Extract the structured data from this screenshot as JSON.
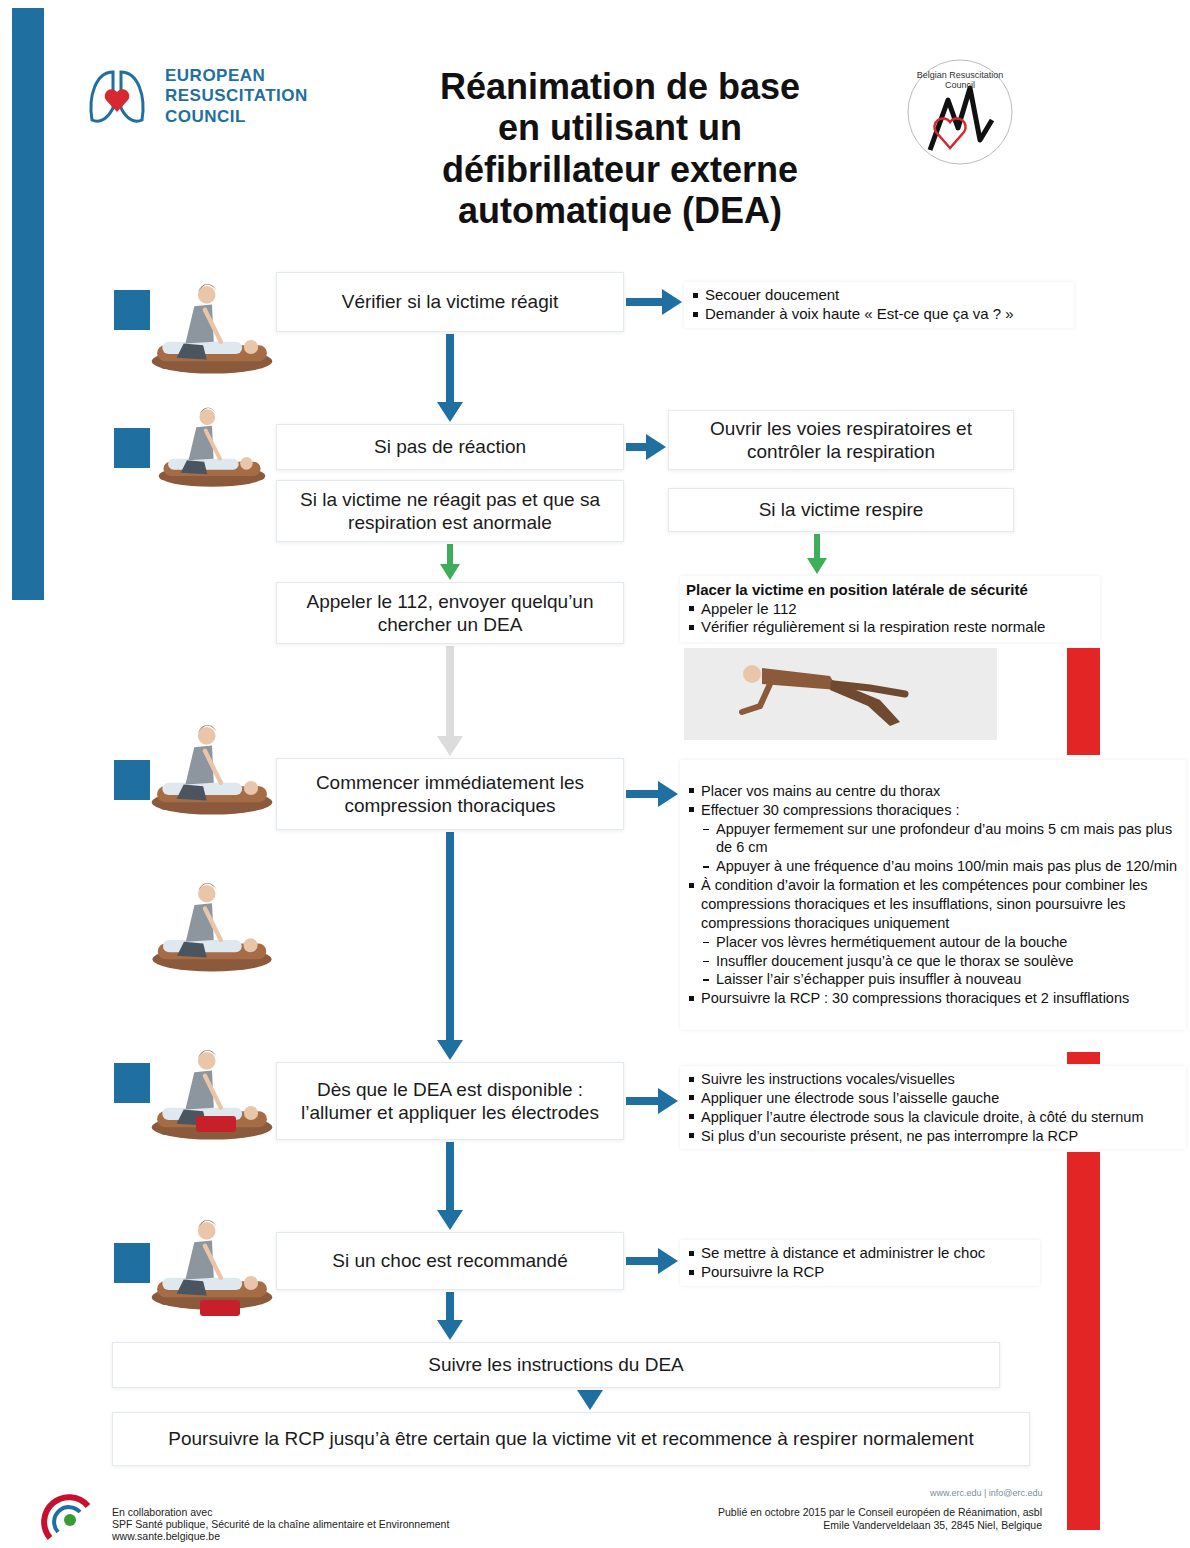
{
  "diagram": {
    "title": "Réanimation de base en utilisant un défibrillateur externe automatique (DEA)",
    "nodes": [
      {
        "text": [
          "Vérifier si la victime réagit"
        ]
      },
      {
        "text": [
          "Secouer doucement",
          "Demander à voix haute « Est-ce que ça va ? »"
        ]
      },
      {
        "text": [
          "Si pas de réaction"
        ]
      },
      {
        "text": [
          "Ouvrir les voies respiratoires et contrôler la respiration"
        ]
      },
      {
        "text": [
          "Si la victime ne réagit pas et que sa respiration est anormale"
        ]
      },
      {
        "text": [
          "Si la victime respire"
        ]
      },
      {
        "text": [
          "Appeler le 112, envoyer quelqu’un chercher un DEA"
        ]
      },
      {
        "text": [
          "Placer la victime en position latérale de sécurité",
          "Appeler le 112",
          "Vérifier régulièrement si la respiration reste normale"
        ]
      },
      {
        "text": [
          "Commencer immédiatement les compression thoraciques"
        ]
      },
      {
        "text": [
          "Placer vos mains au centre du thorax",
          "Effectuer 30 compressions thoraciques :",
          "Appuyer fermement sur une profondeur d’au moins 5 cm mais pas plus de 6 cm",
          "Appuyer à une fréquence d’au moins 100/min mais pas plus de 120/min",
          "À condition d’avoir la formation et les compétences pour combiner les compressions thoraciques et les insufflations, sinon poursuivre les compressions thoraciques uniquement",
          "Placer vos lèvres hermétiquement autour de la bouche",
          "Insuffler doucement jusqu’à ce que le thorax se soulève",
          "Laisser l’air s’échapper puis insuffler à nouveau",
          "Poursuivre la RCP : 30 compressions thoraciques et 2 insufflations"
        ]
      },
      {
        "text": [
          "Dès que le DEA est disponible : l’allumer et appliquer les électrodes"
        ]
      },
      {
        "text": [
          "Suivre les instructions vocales/visuelles",
          "Appliquer une électrode sous l’aisselle gauche",
          "Appliquer l’autre électrode sous la clavicule droite, à côté du sternum",
          "Si plus d’un secouriste présent, ne pas interrompre la RCP"
        ]
      },
      {
        "text": [
          "Si un choc est recommandé"
        ]
      },
      {
        "text": [
          "Se mettre à distance et administrer le choc",
          "Poursuivre la RCP"
        ]
      },
      {
        "text": [
          "Suivre les instructions du DEA"
        ]
      },
      {
        "text": [
          "Poursuivre la RCP jusqu’à être certain que la victime vit et recommence à respirer normalement"
        ]
      }
    ],
    "edges": [
      {
        "from": 0,
        "to": 1,
        "arrow": "to"
      },
      {
        "from": 0,
        "to": 2,
        "arrow": "to"
      },
      {
        "from": 2,
        "to": 3,
        "arrow": "to"
      },
      {
        "from": 4,
        "to": 6,
        "arrow": "to"
      },
      {
        "from": 5,
        "to": 7,
        "arrow": "to"
      },
      {
        "from": 6,
        "to": 8,
        "arrow": "to"
      },
      {
        "from": 8,
        "to": 9,
        "arrow": "to"
      },
      {
        "from": 8,
        "to": 10,
        "arrow": "to"
      },
      {
        "from": 10,
        "to": 11,
        "arrow": "to"
      },
      {
        "from": 10,
        "to": 12,
        "arrow": "to"
      },
      {
        "from": 12,
        "to": 13,
        "arrow": "to"
      },
      {
        "from": 12,
        "to": 14,
        "arrow": "to"
      },
      {
        "from": 14,
        "to": 15,
        "arrow": "to"
      }
    ],
    "labels": [
      "EUROPEAN RESUSCITATION COUNCIL",
      "Belgian Resuscitation Council",
      "www.erc.edu | info@erc.edu",
      "En collaboration avec",
      "SPF Santé publique, Sécurité de la chaîne alimentaire et Environnement",
      "www.sante.belgique.be",
      "Publié en octobre 2015 par le Conseil européen de Réanimation, asbl",
      "Emile Vanderveldelaan 35, 2845 Niel, Belgique"
    ]
  }
}
